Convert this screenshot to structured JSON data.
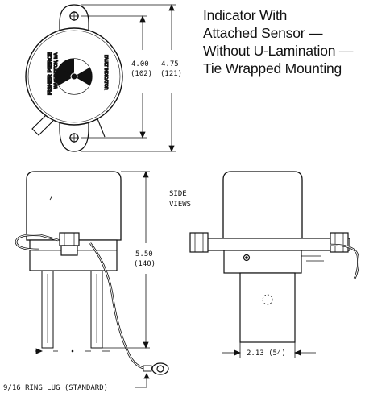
{
  "caption": {
    "lines": [
      "Indicator With",
      "Attached Sensor —",
      "Without U-Lamination —",
      "Tie Wrapped Mounting"
    ]
  },
  "top_view": {
    "brand_text": "FISHER PIERCE",
    "sub_text": "FAULT INDICATOR",
    "small_text": "WASHINGTON, MA"
  },
  "dimensions": {
    "inner_height": "4.00",
    "inner_height_mm": "(102)",
    "outer_height": "4.75",
    "outer_height_mm": "(121)",
    "side_height": "5.50",
    "side_height_mm": "(140)",
    "width": "2.13 (54)"
  },
  "labels": {
    "side_views_line1": "SIDE",
    "side_views_line2": "VIEWS",
    "ring_lug": "9/16 RING LUG (STANDARD)"
  }
}
